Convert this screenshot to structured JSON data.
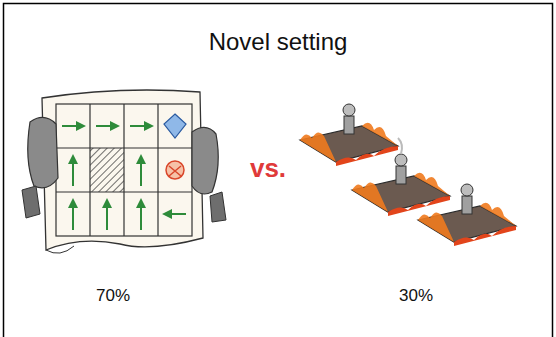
{
  "diagram": {
    "title": "Novel setting",
    "labels": [
      "vs.",
      "70%",
      "30%"
    ]
  }
}
